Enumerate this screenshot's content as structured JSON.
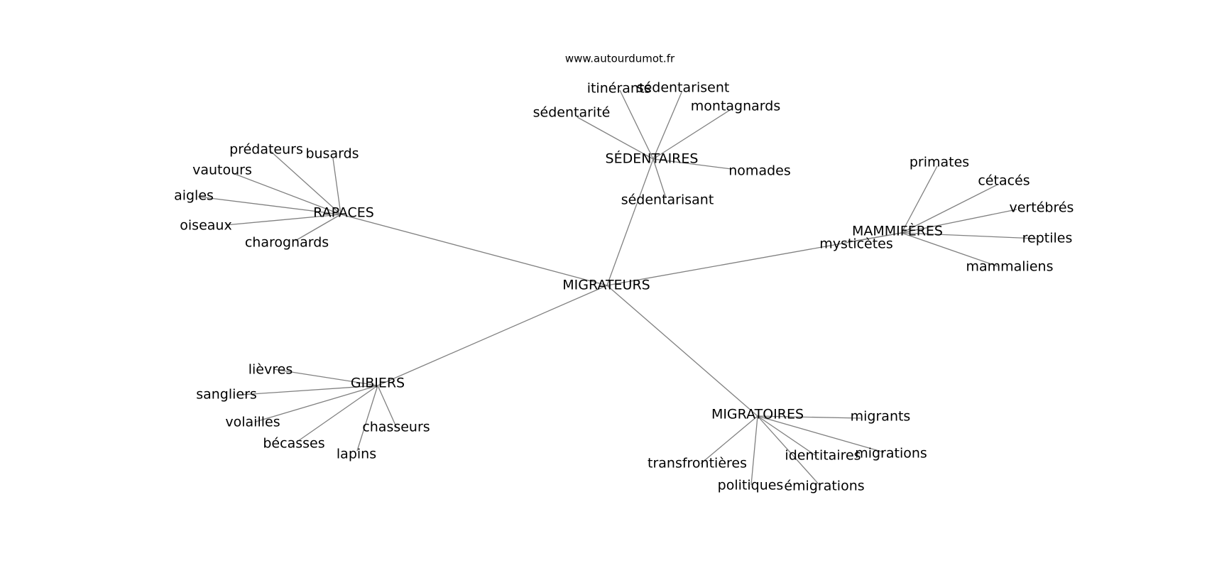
{
  "watermark": "www.autourdumot.fr",
  "edge_color": "#808080",
  "text_color": "#000000",
  "root": "MIGRATEURS",
  "clusters": [
    {
      "id": "rapaces",
      "label": "RAPACES",
      "leaves": [
        "prédateurs",
        "busards",
        "vautours",
        "aigles",
        "oiseaux",
        "charognards"
      ]
    },
    {
      "id": "sedentaires",
      "label": "SÉDENTAIRES",
      "leaves": [
        "itinérants",
        "sédentarisent",
        "sédentarité",
        "montagnards",
        "nomades",
        "sédentarisant"
      ]
    },
    {
      "id": "mammiferes",
      "label": "MAMMIFÈRES",
      "leaves": [
        "primates",
        "cétacés",
        "vertébrés",
        "reptiles",
        "mammaliens",
        "mysticètes"
      ]
    },
    {
      "id": "gibiers",
      "label": "GIBIERS",
      "leaves": [
        "lièvres",
        "sangliers",
        "volailles",
        "bécasses",
        "lapins",
        "chasseurs"
      ]
    },
    {
      "id": "migratoires",
      "label": "MIGRATOIRES",
      "leaves": [
        "migrants",
        "migrations",
        "identitaires",
        "transfrontières",
        "politiques",
        "émigrations"
      ]
    }
  ]
}
